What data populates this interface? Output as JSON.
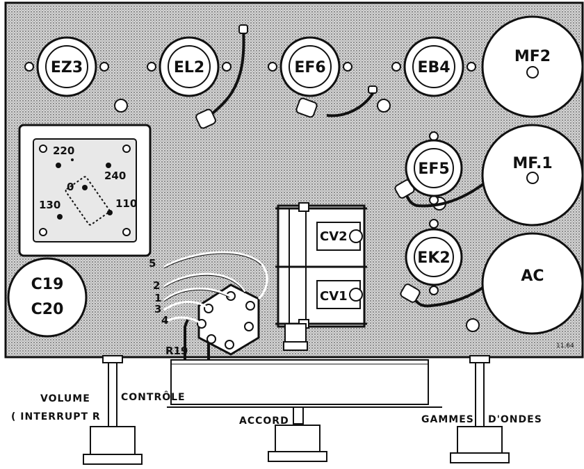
{
  "tubes": {
    "ez3": "EZ3",
    "el2": "EL2",
    "ef6": "EF6",
    "eb4": "EB4",
    "ef5": "EF5",
    "ek2": "EK2"
  },
  "transformers": {
    "mf2": "MF2",
    "mf1": "MF.1",
    "ac": "AC"
  },
  "voltage_selector": {
    "v220": "220",
    "v240": "240",
    "v0": "0",
    "v110": "110",
    "v130": "130"
  },
  "capacitors": {
    "c19": "C19",
    "c20": "C20"
  },
  "variable_capacitors": {
    "cv2": "CV2",
    "cv1": "CV1"
  },
  "switch_wires": [
    "5",
    "2",
    "1",
    "3",
    "4"
  ],
  "resistor": "R19",
  "controls": {
    "volume": "VOLUME",
    "interrupt": "( INTERRUPT R",
    "controle": "CONTRÔLE",
    "accord": "ACCORD",
    "gammes": "GAMMES",
    "ondes": "D'ONDES"
  },
  "signature": "11.64",
  "colors": {
    "chassis": "#c9c9c9",
    "ink": "#111111",
    "paper": "#ffffff"
  }
}
